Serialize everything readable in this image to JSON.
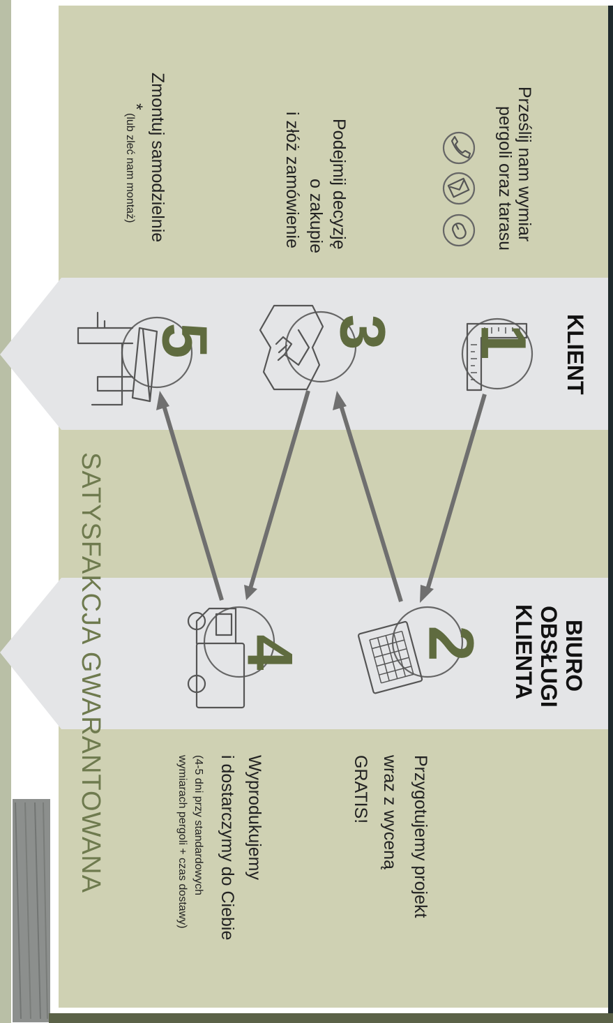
{
  "roles": {
    "client": "KLIENT",
    "office": [
      "BIURO",
      "OBSŁUGI",
      "KLIENTA"
    ]
  },
  "banner": "SATYSFAKCJA GWARANTOWANA",
  "steps": [
    {
      "number": "1",
      "lines": [
        "Prześlij nam wymiar",
        "pergoli oraz tarasu"
      ],
      "icon": "tape-measure-icon"
    },
    {
      "number": "2",
      "lines": [
        "Przygotujemy projekt",
        "wraz z wyceną",
        "GRATIS!"
      ],
      "icon": "keyboard-icon"
    },
    {
      "number": "3",
      "lines": [
        "Podejmij decyzję",
        "o zakupie",
        "i złóż zamówienie"
      ],
      "icon": "handshake-icon"
    },
    {
      "number": "4",
      "lines": [
        "Wyprodukujemy",
        "i dostarczymy do Ciebie"
      ],
      "note": [
        "(4-5 dni przy standardowych",
        "wymiarach pergoli + czas dostawy)"
      ],
      "icon": "delivery-truck-icon"
    },
    {
      "number": "5",
      "lines": [
        "Zmontuj samodzielnie"
      ],
      "note": [
        "*",
        "(lub zleć nam montaż)"
      ],
      "icon": "pergola-icon"
    }
  ],
  "contact_icons": [
    "phone-icon",
    "envelope-icon",
    "mouse-icon"
  ],
  "colors": {
    "panel": "#cfd1b3",
    "band": "#e4e5e7",
    "accent": "#5f6b3f",
    "border": "#1f2a2d"
  }
}
